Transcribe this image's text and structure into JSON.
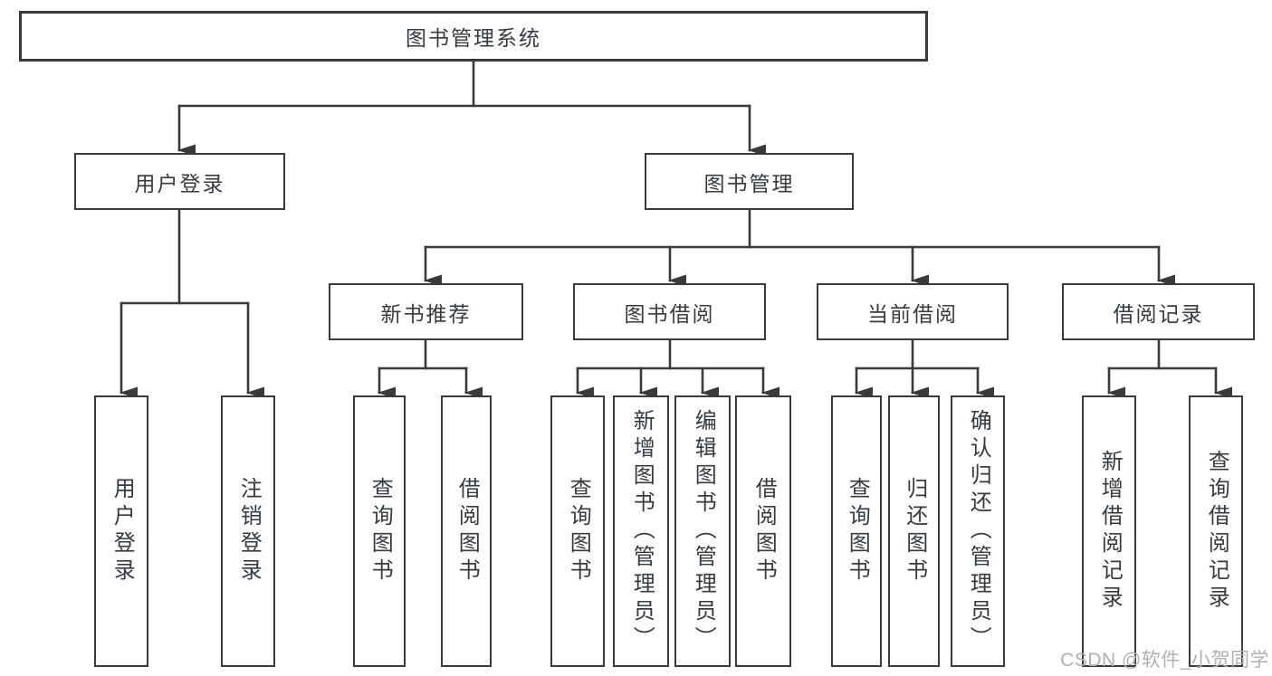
{
  "nodes": {
    "system": {
      "label": "图书管理系统"
    },
    "userLoginGroup": {
      "label": "用户登录"
    },
    "bookMgmt": {
      "label": "图书管理"
    },
    "userLogin": {
      "label": "用户登录"
    },
    "logout": {
      "label": "注销登录"
    },
    "newBookRec": {
      "label": "新书推荐"
    },
    "bookBorrow": {
      "label": "图书借阅"
    },
    "currentBorrow": {
      "label": "当前借阅"
    },
    "borrowRecords": {
      "label": "借阅记录"
    },
    "nbQuery": {
      "label": "查询图书"
    },
    "nbBorrow": {
      "label": "借阅图书"
    },
    "bbQuery": {
      "label": "查询图书"
    },
    "bbAdd": {
      "label": "新增图书（管理员）"
    },
    "bbEdit": {
      "label": "编辑图书（管理员）"
    },
    "bbBorrow": {
      "label": "借阅图书"
    },
    "cbQuery": {
      "label": "查询图书"
    },
    "cbReturn": {
      "label": "归还图书"
    },
    "cbConfirm": {
      "label": "确认归还（管理员）"
    },
    "brAdd": {
      "label": "新增借阅记录"
    },
    "brQuery": {
      "label": "查询借阅记录"
    }
  },
  "hierarchy": {
    "图书管理系统": {
      "用户登录": [
        "用户登录",
        "注销登录"
      ],
      "图书管理": {
        "新书推荐": [
          "查询图书",
          "借阅图书"
        ],
        "图书借阅": [
          "查询图书",
          "新增图书（管理员）",
          "编辑图书（管理员）",
          "借阅图书"
        ],
        "当前借阅": [
          "查询图书",
          "归还图书",
          "确认归还（管理员）"
        ],
        "借阅记录": [
          "新增借阅记录",
          "查询借阅记录"
        ]
      }
    }
  },
  "watermark": {
    "text": "CSDN @软件_小贺同学"
  },
  "colors": {
    "line": "#3a3a3a",
    "text": "#363b40",
    "box_background": "#ffffff",
    "page_background": "#ffffff",
    "watermark": "#aeb1b6"
  }
}
